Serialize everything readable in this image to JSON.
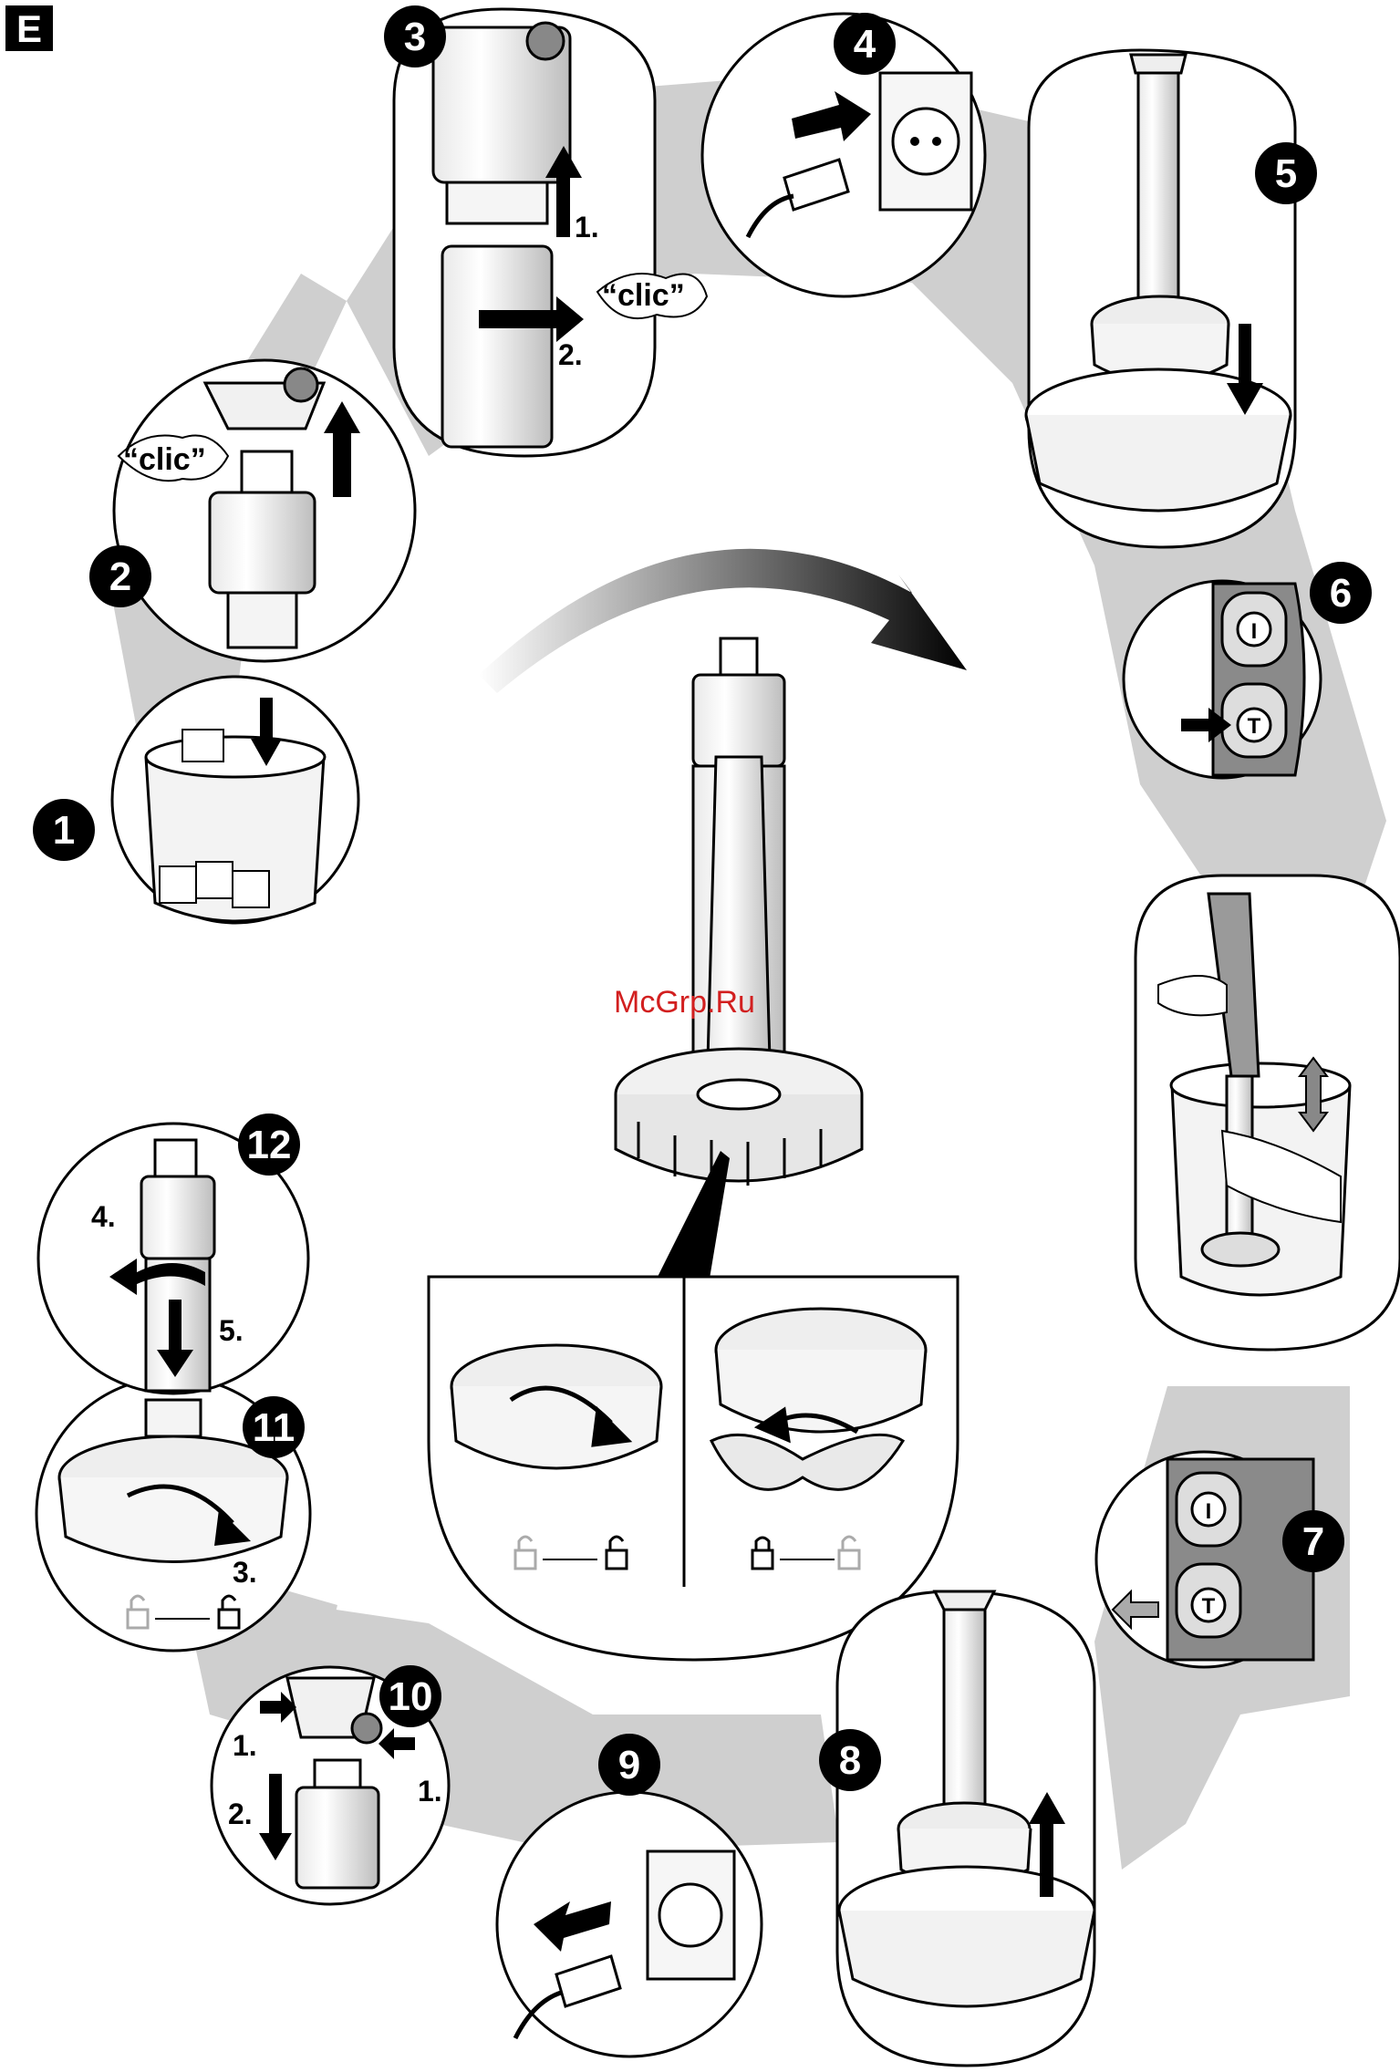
{
  "section_letter": "E",
  "watermark": "McGrp.Ru",
  "steps": {
    "s1": "1",
    "s2": "2",
    "s3": "3",
    "s4": "4",
    "s5": "5",
    "s6": "6",
    "s7": "7",
    "s8": "8",
    "s9": "9",
    "s10": "10",
    "s11": "11",
    "s12": "12"
  },
  "sounds": {
    "clic_2": "“clic”",
    "clic_3": "“clic”"
  },
  "labels": {
    "s3_up": "1.",
    "s3_turn": "2.",
    "s10_left": "1.",
    "s10_right": "1.",
    "s10_down": "2.",
    "s11_turn": "3.",
    "s12_turn": "4.",
    "s12_down": "5."
  },
  "buttons": {
    "turbo": "T",
    "power": "I"
  },
  "colors": {
    "badge": "#000000",
    "shadow": "#c8c8c8",
    "handle": "#8a8a8a",
    "watermark": "#d21f1f"
  }
}
